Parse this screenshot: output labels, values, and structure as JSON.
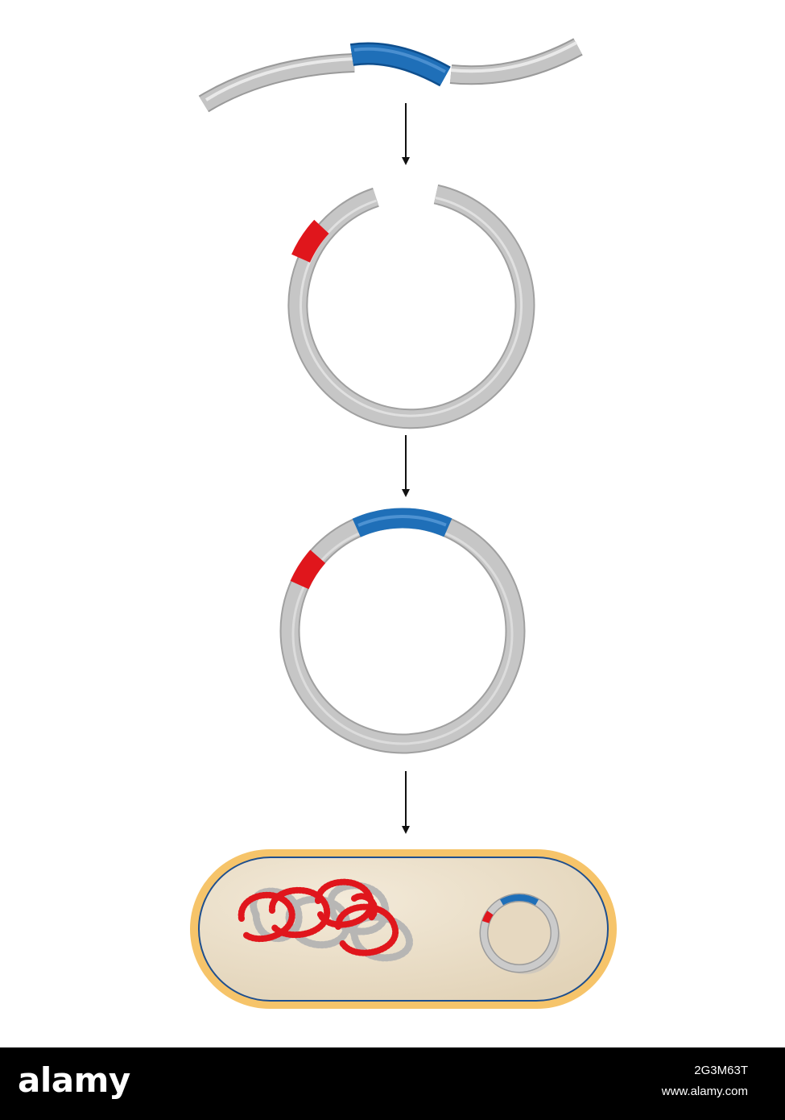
{
  "diagram": {
    "steps": [
      "dna-fragment",
      "cut-plasmid",
      "recombinant-plasmid",
      "transformed-bacterium"
    ],
    "colors": {
      "background": "#ffffff",
      "dna": "#c2c2c2",
      "insert": "#1c6db5",
      "marker": "#e0161c",
      "cytoplasm": "#e6d8c0",
      "capsule": "#f6c46a",
      "membrane": "#1e4f8f",
      "arrow": "#111111",
      "footer": "#000000"
    }
  },
  "footer": {
    "brand": "alamy",
    "image_id": "2G3M63T",
    "url": "www.alamy.com"
  }
}
